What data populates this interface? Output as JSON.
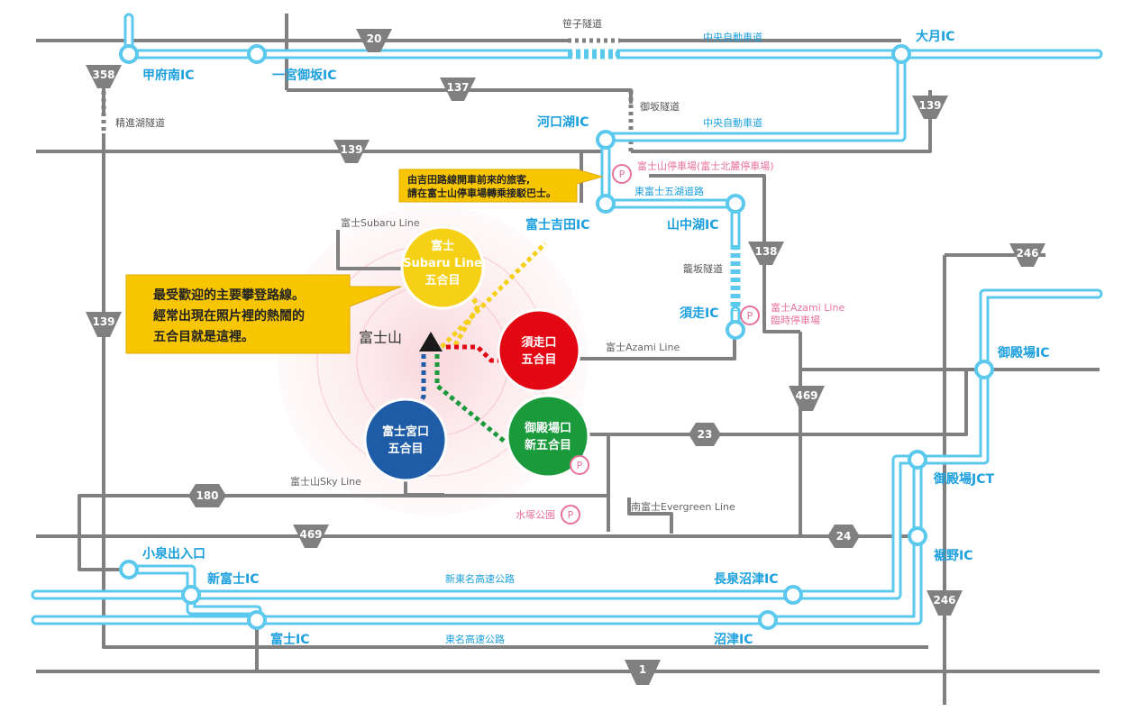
{
  "mountain": {
    "name": "富士山"
  },
  "interchanges": {
    "kofu_minami": "甲府南IC",
    "ichinomiya": "一宮御坂IC",
    "otsuki": "大月IC",
    "kawaguchiko": "河口湖IC",
    "fujiyoshida": "富士吉田IC",
    "yamanakako": "山中湖IC",
    "subashiri": "須走IC",
    "gotemba": "御殿場IC",
    "gotemba_jct": "御殿場JCT",
    "susono": "裾野IC",
    "koizumi": "小泉出入口",
    "shin_fuji": "新富士IC",
    "fuji": "富士IC",
    "nagaizumi": "長泉沼津IC",
    "numazu": "沼津IC"
  },
  "highways": {
    "chuo_1": "中央自動車道",
    "chuo_2": "中央自動車道",
    "higashi_fuji": "東富士五湖道路",
    "shin_tomei": "新東名高速公路",
    "tomei": "東名高速公路"
  },
  "roads": {
    "subaru": "富士Subaru Line",
    "azami": "富士Azami Line",
    "skyline": "富士山Sky Line",
    "evergreen": "南富士Evergreen Line"
  },
  "tunnels": {
    "sasago": "笹子隧道",
    "misaka": "御坂隧道",
    "shojiko": "精進湖隧道",
    "kagosaka": "籠坂隧道"
  },
  "parking": {
    "fujisan": "富士山停車場(富士北麓停車場)",
    "azami_line": "富士Azami Line",
    "azami_temp": "臨時停車場",
    "mizuzuka": "水塚公園",
    "symbol": "P"
  },
  "route_shields": {
    "r20": "20",
    "r358": "358",
    "r137": "137",
    "r139a": "139",
    "r139b": "139",
    "r139c": "139",
    "r138": "138",
    "r246a": "246",
    "r246b": "246",
    "r469a": "469",
    "r469b": "469",
    "r23": "23",
    "r24": "24",
    "r180": "180",
    "r1": "1"
  },
  "stations": {
    "subaru": {
      "line1": "富士",
      "line2": "Subaru Line",
      "line3": "五合目"
    },
    "subashiri": {
      "line1": "須走口",
      "line2": "五合目"
    },
    "fujinomiya": {
      "line1": "富士宮口",
      "line2": "五合目"
    },
    "gotemba": {
      "line1": "御殿場口",
      "line2": "新五合目"
    }
  },
  "callouts": {
    "bus": {
      "line1": "由吉田路線開車前來的旅客,",
      "line2": "請在富士山停車場轉乘接駁巴士。"
    },
    "popular": {
      "line1": "最受歡迎的主要攀登路線。",
      "line2": "經常出現在照片裡的熱鬧的",
      "line3": "五合目就是這裡。"
    }
  },
  "colors": {
    "expressway": "#5bc8ee",
    "road": "#808080",
    "subaru_route": "#f6cf17",
    "subashiri_route": "#e30613",
    "fujinomiya_route": "#1f5ca8",
    "gotemba_route": "#1b9a3c",
    "parking": "#e8739a",
    "callout": "#f7c600"
  }
}
